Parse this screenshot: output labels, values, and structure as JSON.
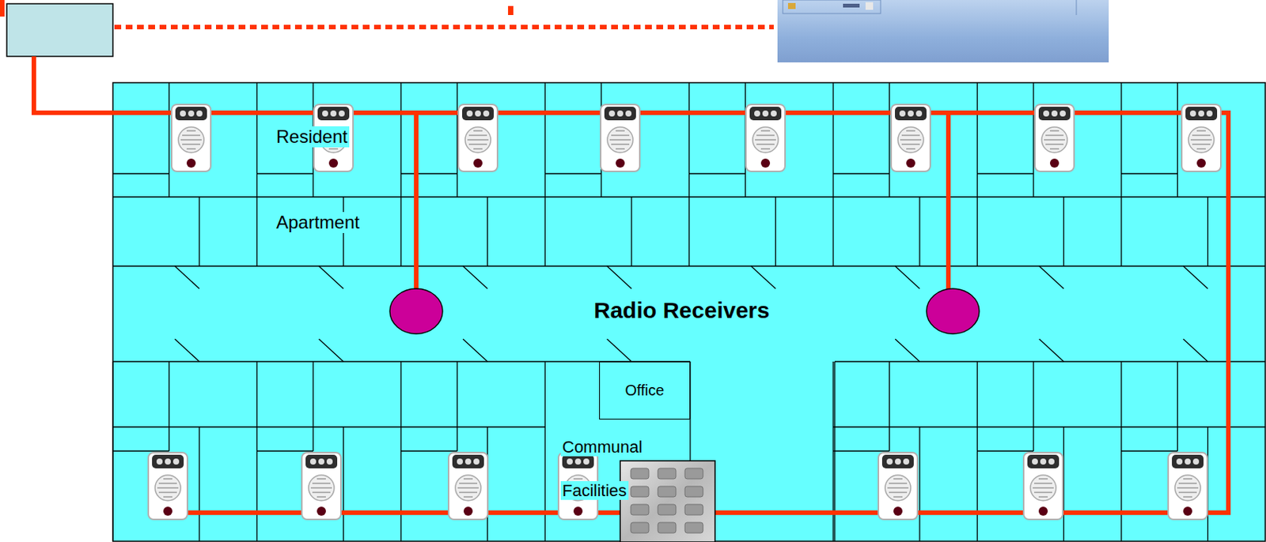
{
  "diagram": {
    "nodes": [
      {
        "text": [
          "Office"
        ]
      }
    ],
    "labels": [
      "Resident",
      "Apartment",
      "Radio Receivers",
      "Communal",
      "Facilities"
    ]
  }
}
